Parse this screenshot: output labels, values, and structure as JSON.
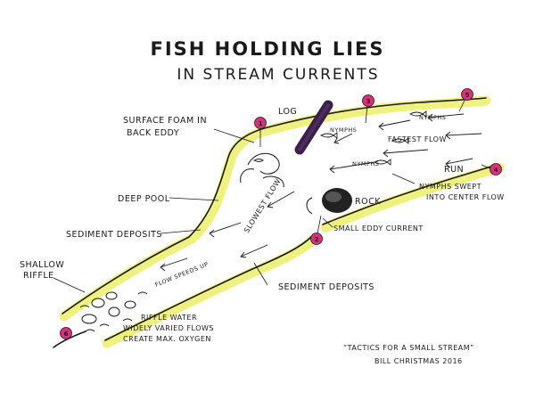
{
  "title": "FISH HOLDING LIES",
  "subtitle": "IN STREAM CURRENTS",
  "labels": {
    "log": "LOG",
    "surface_foam_1": "SURFACE FOAM IN",
    "surface_foam_2": "BACK EDDY",
    "deep_pool": "DEEP POOL",
    "sediment_left": "SEDIMENT DEPOSITS",
    "shallow_1": "SHALLOW",
    "shallow_2": "RIFFLE",
    "rock": "ROCK",
    "run": "RUN",
    "nymphs_swept_1": "NYMPHS SWEPT",
    "nymphs_swept_2": "INTO CENTER FLOW",
    "small_eddy": "SMALL EDDY CURRENT",
    "sediment_right": "SEDIMENT DEPOSITS",
    "riffle_1": "RIFFLE WATER",
    "riffle_2": "WIDELY VARIED FLOWS",
    "riffle_3": "CREATE MAX. OXYGEN",
    "credit_1": "“TACTICS FOR A SMALL STREAM”",
    "credit_2": "BILL CHRISTMAS  2016"
  },
  "stream_labels": {
    "nymphs_a": "NYMPHS",
    "nymphs_b": "NYMPHS",
    "nymphs_c": "NYMPHS",
    "fastest_flow": "FASTEST FLOW",
    "slowest_flow": "SLOWEST FLOW",
    "flow_speeds_up": "FLOW SPEEDS UP"
  },
  "badges": [
    "1",
    "2",
    "3",
    "4",
    "5",
    "6"
  ],
  "colors": {
    "bank_highlight": "#eef07a",
    "badge_fill": "#d9307a",
    "ink": "#1a1a1a",
    "log": "#3b1f4a",
    "water": "#ffffff"
  }
}
